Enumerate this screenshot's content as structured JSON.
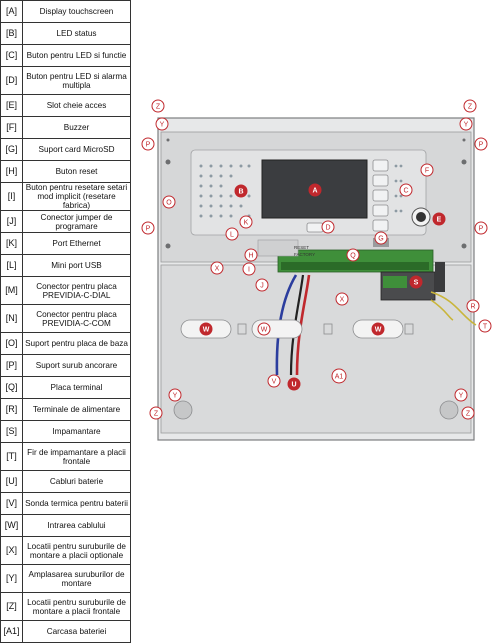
{
  "legend": [
    {
      "code": "[A]",
      "desc": "Display touchscreen"
    },
    {
      "code": "[B]",
      "desc": "LED status"
    },
    {
      "code": "[C]",
      "desc": "Buton pentru LED si functie"
    },
    {
      "code": "[D]",
      "desc": "Buton pentru LED si alarma multipla"
    },
    {
      "code": "[E]",
      "desc": "Slot cheie acces"
    },
    {
      "code": "[F]",
      "desc": "Buzzer"
    },
    {
      "code": "[G]",
      "desc": "Suport card MicroSD"
    },
    {
      "code": "[H]",
      "desc": "Buton reset"
    },
    {
      "code": "[I]",
      "desc": "Buton pentru resetare setari mod implicit (resetare fabrica)"
    },
    {
      "code": "[J]",
      "desc": "Conector jumper de programare"
    },
    {
      "code": "[K]",
      "desc": "Port Ethernet"
    },
    {
      "code": "[L]",
      "desc": "Mini port USB"
    },
    {
      "code": "[M]",
      "desc": "Conector pentru placa PREVIDIA-C-DIAL"
    },
    {
      "code": "[N]",
      "desc": "Conector pentru placa PREVIDIA-C-COM"
    },
    {
      "code": "[O]",
      "desc": "Suport pentru placa de baza"
    },
    {
      "code": "[P]",
      "desc": "Suport surub ancorare"
    },
    {
      "code": "[Q]",
      "desc": "Placa terminal"
    },
    {
      "code": "[R]",
      "desc": "Terminale de alimentare"
    },
    {
      "code": "[S]",
      "desc": "Impamantare"
    },
    {
      "code": "[T]",
      "desc": "Fir de impamantare a placii frontale"
    },
    {
      "code": "[U]",
      "desc": "Cabluri baterie"
    },
    {
      "code": "[V]",
      "desc": "Sonda termica pentru baterii"
    },
    {
      "code": "[W]",
      "desc": "Intrarea cablului"
    },
    {
      "code": "[X]",
      "desc": "Locatii pentru suruburile de montare a placii optionale"
    },
    {
      "code": "[Y]",
      "desc": "Amplasarea suruburilor de montare"
    },
    {
      "code": "[Z]",
      "desc": "Locatii pentru suruburile de montare a placii frontale"
    },
    {
      "code": "[A1]",
      "desc": "Carcasa bateriei"
    }
  ],
  "diagram": {
    "board_text_1": "RESET",
    "board_text_2": "FACTORY",
    "callouts": {
      "A": "A",
      "B": "B",
      "C": "C",
      "D": "D",
      "E": "E",
      "F": "F",
      "G": "G",
      "H": "H",
      "I": "I",
      "J": "J",
      "K": "K",
      "L": "L",
      "O": "O",
      "P": "P",
      "Q": "Q",
      "R": "R",
      "S": "S",
      "T": "T",
      "U": "U",
      "V": "V",
      "W": "W",
      "X": "X",
      "Y": "Y",
      "Z": "Z",
      "A1": "A1"
    }
  },
  "colors": {
    "callout_red": "#c0282d",
    "housing_gray": "#d9dadb",
    "board_green": "#3f8f3a",
    "wire_red": "#c0282d",
    "wire_blue": "#2b3d9e"
  }
}
